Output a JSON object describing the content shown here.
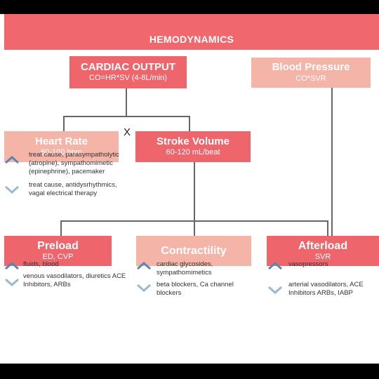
{
  "title": "HEMODYNAMICS",
  "nodes": {
    "cardiac_output": {
      "title": "CARDIAC OUTPUT",
      "sub": "CO=HR*SV (4-8L/min)"
    },
    "blood_pressure": {
      "title": "Blood Pressure",
      "sub": "CO*SVR"
    },
    "heart_rate": {
      "title": "Heart Rate",
      "sub": "60-100 bpm"
    },
    "stroke_volume": {
      "title": "Stroke Volume",
      "sub": "60-120 mL/beat"
    },
    "preload": {
      "title": "Preload",
      "sub": "ED, CVP"
    },
    "contractility": {
      "title": "Contractility"
    },
    "afterload": {
      "title": "Afterload",
      "sub": "SVR"
    }
  },
  "operator": "X",
  "notes": {
    "hr_up": "treat cause, parasympatholytic (atropine), sympathomimetic (epinephrine), pacemaker",
    "hr_down": "treat cause, antidysrhythmics, vagal electrical therapy",
    "pre_up": "fluids, blood",
    "pre_down": "venous vasodilators, diuretics ACE Inhibitors, ARBs",
    "con_up": "cardiac glycosides, sympathomimetics",
    "con_down": "beta blockers, Ca channel blockers",
    "aft_up": "vasopressors",
    "aft_down": "arterial vasodilators, ACE Inhibitors ARBs, IABP"
  },
  "colors": {
    "header": "#f0686d",
    "dark_box": "#ee666b",
    "light_box": "#f4b4a7",
    "arrow": "#5a86b0",
    "connector": "#666666"
  }
}
